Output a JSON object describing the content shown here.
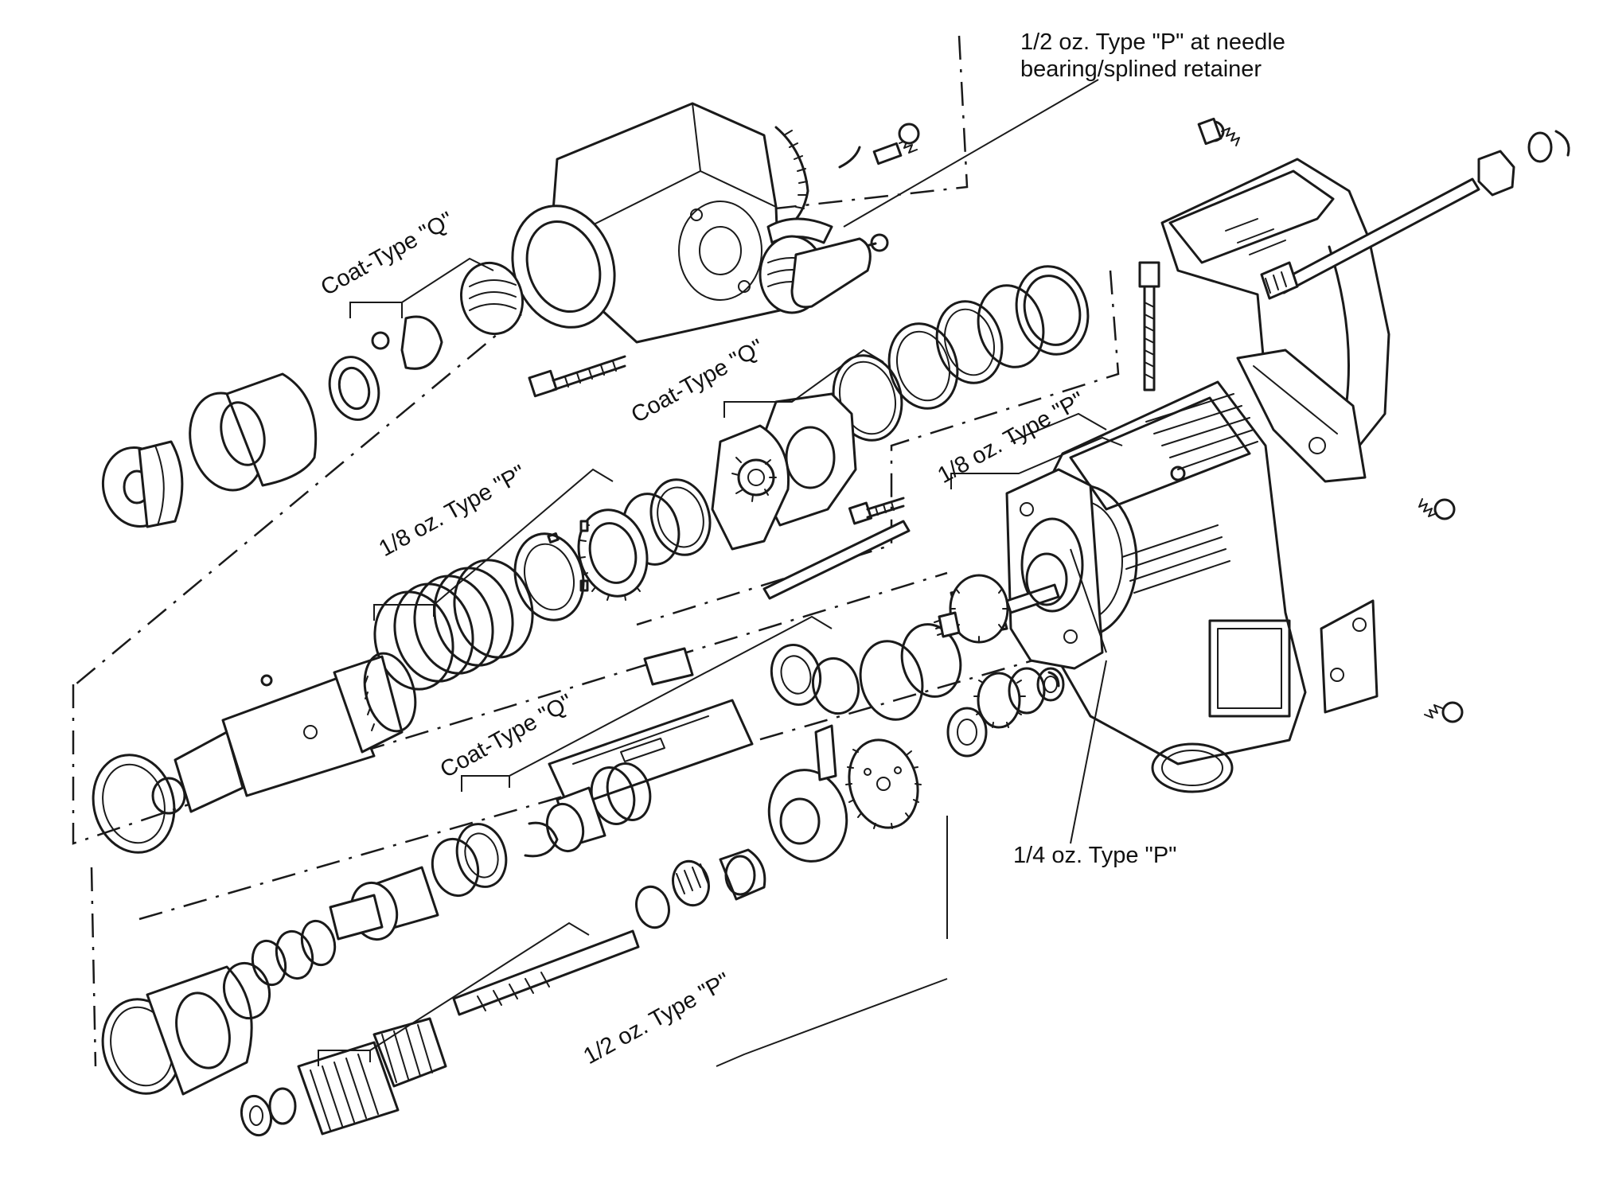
{
  "labels": {
    "needle_bearing_line1": "1/2 oz. Type \"P\" at needle",
    "needle_bearing_line2": "bearing/splined retainer",
    "coat_q_top": "Coat-Type \"Q\"",
    "coat_q_middle": "Coat-Type \"Q\"",
    "coat_q_lower": "Coat-Type \"Q\"",
    "eighth_p_left": "1/8 oz. Type \"P\"",
    "eighth_p_right": "1/8 oz. Type \"P\"",
    "quarter_p": "1/4 oz. Type \"P\"",
    "half_p_bottom": "1/2 oz. Type \"P\""
  }
}
